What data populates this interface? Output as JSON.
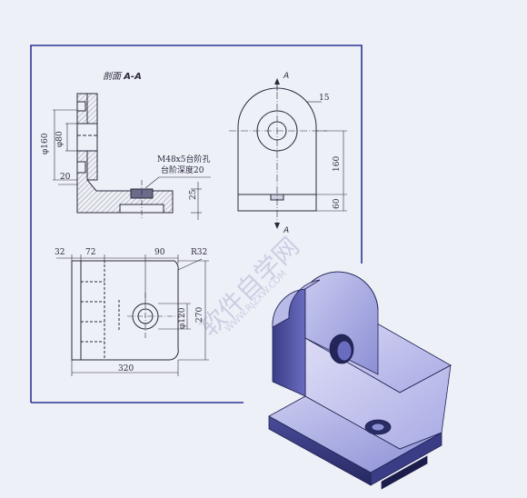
{
  "section_title_prefix": "剖面",
  "section_title_suffix": "A-A",
  "cut_label_top": "A",
  "cut_label_bottom": "A",
  "callout_line1": "M48x5台阶孔",
  "callout_line2": "台阶深度20",
  "watermark_main": "软件自学网",
  "watermark_url": "WWW.RJZXW.COM",
  "dims": {
    "d160": "φ160",
    "d80": "φ80",
    "d20": "20",
    "d25": "25",
    "d15": "15",
    "d160_front": "160",
    "d60": "60",
    "d32": "32",
    "d72": "72",
    "d90": "90",
    "r32": "R32",
    "d120": "φ120",
    "d270": "270",
    "d320": "320"
  },
  "colors": {
    "frame": "#2d3591",
    "ink": "#2a2a3a",
    "part_light": "#c9cbf0",
    "part_mid": "#8d8fd6",
    "part_dark": "#2f3170"
  }
}
